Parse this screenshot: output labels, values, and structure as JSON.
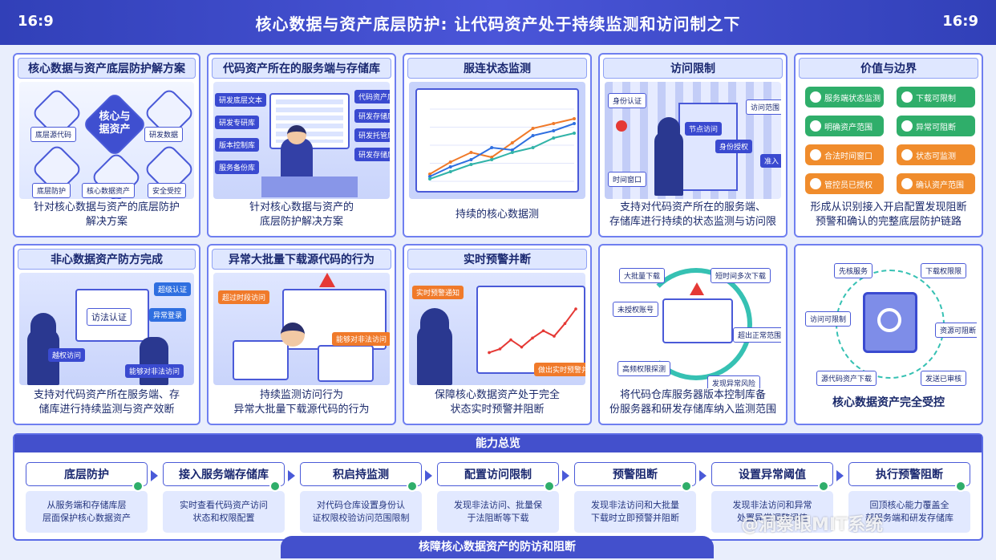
{
  "header": {
    "ratio_left": "16:9",
    "ratio_right": "16:9",
    "title": "核心数据与资产底层防护: 让代码资产处于持续监测和访问制之下"
  },
  "colors": {
    "primary": "#4350cc",
    "panel_border": "#6f7ff0",
    "green": "#2fae6a",
    "orange": "#f08c2c",
    "alert_red": "#e53935"
  },
  "panels_row1": [
    {
      "title": "核心数据与资产底层防护解方案",
      "caption": "针对核心数据与资产的底层防护\n解决方案",
      "center_label": "核心与\n据资产",
      "labels": [
        "底层源代码",
        "研发数据",
        "底层防护",
        "核心数据资产",
        "安全受控"
      ]
    },
    {
      "title": "代码资产所在的服务端与存储库",
      "caption": "针对核心数据与资产的\n底层防护解决方案",
      "labels": [
        "研发底层文本",
        "研发专研库",
        "版本控制库",
        "服务备份库",
        "代码资产库",
        "研发存储库",
        "研发托管库",
        "研发存储库"
      ]
    },
    {
      "title": "服连状态监测",
      "caption": "持续的核心数据测"
    },
    {
      "title": "访问限制",
      "caption": "支持对代码资产所在的服务端、\n存储库进行持续的状态监测与访问限",
      "labels": [
        "身份认证",
        "访问范围",
        "时间窗口",
        "节点访问",
        "身份授权",
        "准入"
      ]
    },
    {
      "title": "价值与边界",
      "caption": "形成从识别接入开启配置发现阻断\n预警和确认的完整底层防护链路",
      "chips": [
        {
          "label": "服务端状态监测",
          "color": "green"
        },
        {
          "label": "下载可限制",
          "color": "green"
        },
        {
          "label": "明确资产范围",
          "color": "green"
        },
        {
          "label": "异常可阻断",
          "color": "green"
        },
        {
          "label": "合法时间窗口",
          "color": "orange"
        },
        {
          "label": "状态可监测",
          "color": "orange"
        },
        {
          "label": "管控员已授权",
          "color": "orange"
        },
        {
          "label": "确认资产范围",
          "color": "orange"
        }
      ]
    }
  ],
  "panels_row2": [
    {
      "title": "非心数据资产防方完成",
      "caption": "支持对代码资产所在服务端、存\n储库进行持续监测与资产效断",
      "labels": [
        "访法认证",
        "超级认证",
        "异常登录",
        "越权访问",
        "能够对非法访问"
      ]
    },
    {
      "title": "异常大批量下载源代码的行为",
      "caption": "持续监测访问行为\n异常大批量下载源代码的行为",
      "labels": [
        "超过时段访问",
        "能够对非法访问"
      ]
    },
    {
      "title": "实时预警并断",
      "caption": "保障核心数据资产处于完全\n状态实时预警并阻断",
      "labels": [
        "实时预警通知",
        "做出实时预警并阻断"
      ]
    },
    {
      "title": "",
      "caption": "将代码仓库服务器版本控制库备\n份服务器和研发存储库纳入监测范围",
      "labels": [
        "大批量下载",
        "短时间多次下载",
        "未授权账号",
        "超出正常范围",
        "高频权限探测",
        "发现异常风险"
      ]
    },
    {
      "title": "",
      "caption": "核心数据资产完全受控",
      "labels": [
        "先核服务",
        "下载权限限",
        "访问可限制",
        "资源可阻断",
        "源代码资产下载",
        "发送已审核"
      ]
    }
  ],
  "capabilities": {
    "heading": "能力总览",
    "items": [
      {
        "title": "底层防护",
        "desc": "从服务端和存储库层\n层面保护核心数据资产"
      },
      {
        "title": "接入服务端存储库",
        "desc": "实时查看代码资产访问\n状态和权限配置"
      },
      {
        "title": "积启持监测",
        "desc": "对代码仓库设置身份认\n证权限校验访问范围限制"
      },
      {
        "title": "配置访问限制",
        "desc": "发现非法访问、批量保\n于法阻断等下载"
      },
      {
        "title": "预警阻断",
        "desc": "发现非法访问和大批量\n下载时立即预警并阻断"
      },
      {
        "title": "设置异常阈值",
        "desc": "发现非法访问和异常\n处置异常调整阈值"
      },
      {
        "title": "执行预警阻断",
        "desc": "回顶核心能力覆盖全\n部服务端和研发存储库"
      }
    ]
  },
  "footer": {
    "banner": "核障核心数据资产的防访和阻断",
    "watermark": "@洞察眼MIT系统"
  },
  "monitor_chart": {
    "type": "line",
    "series": [
      {
        "name": "",
        "color": "#f07a2a",
        "values": [
          3,
          8,
          12,
          10,
          16,
          22,
          24,
          26
        ]
      },
      {
        "name": "",
        "color": "#2f6fe0",
        "values": [
          2,
          6,
          9,
          14,
          13,
          19,
          21,
          24
        ]
      },
      {
        "name": "",
        "color": "#31b3a8",
        "values": [
          1,
          4,
          7,
          9,
          12,
          14,
          18,
          20
        ]
      }
    ],
    "ylim": [
      0,
      30
    ]
  },
  "alert_chart": {
    "type": "line",
    "values": [
      2,
      4,
      9,
      5,
      10,
      14,
      11,
      18,
      26
    ],
    "ylim": [
      0,
      30
    ]
  }
}
